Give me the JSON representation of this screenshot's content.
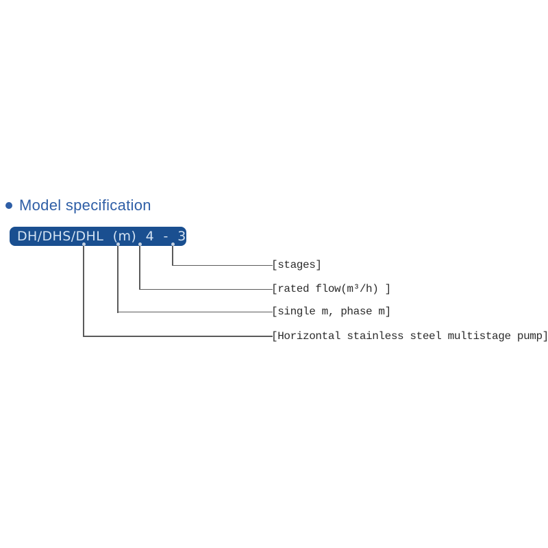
{
  "section": {
    "title": "Model specification"
  },
  "model_box": {
    "code": "DH/DHS/DHL (m) 4 - 3"
  },
  "callouts": [
    {
      "id": "stages",
      "label": "[stages]"
    },
    {
      "id": "rated-flow",
      "label": "[rated flow(m³/h)  ]"
    },
    {
      "id": "single-phase",
      "label": "[single m, phase m]"
    },
    {
      "id": "pump-type",
      "label": "[Horizontal stainless steel multistage pump]"
    }
  ],
  "colors": {
    "title_blue": "#2e5ea6",
    "box_blue": "#1a4f90",
    "box_text": "#d3e2f2",
    "line_gray": "#5a5a5a",
    "label_text": "#2b2b2b",
    "background": "#ffffff"
  }
}
